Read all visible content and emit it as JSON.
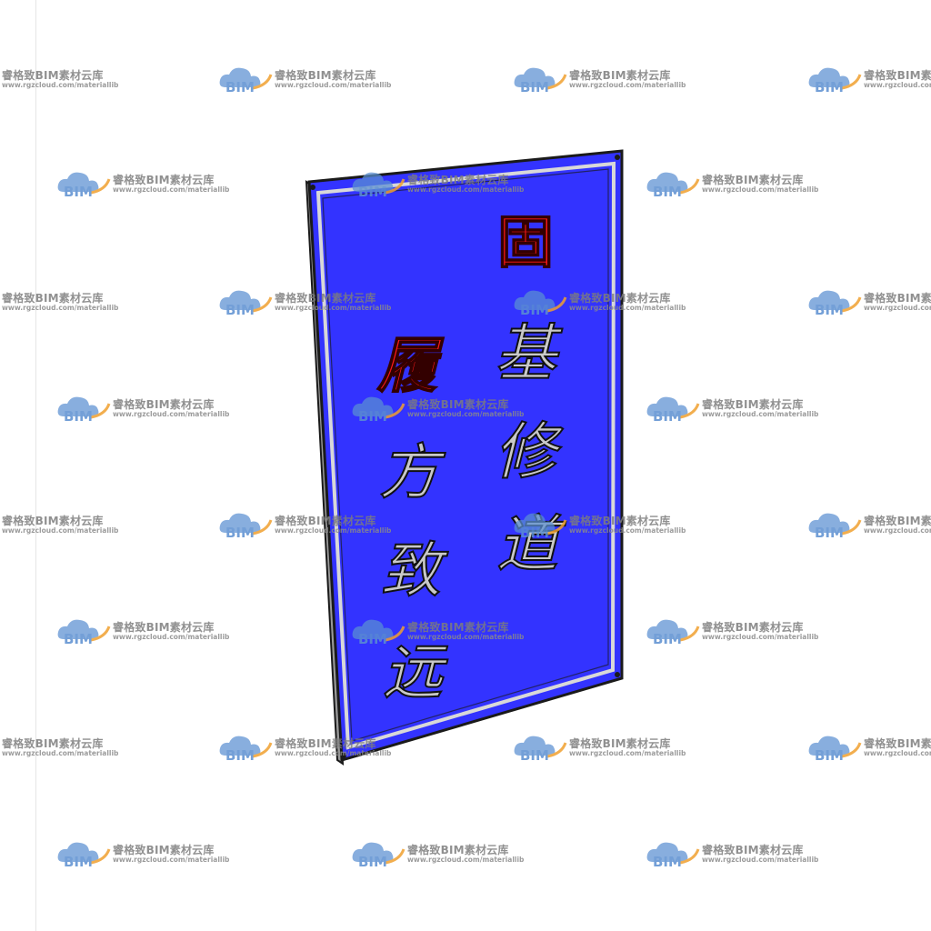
{
  "sign": {
    "panel_color": "#3333ff",
    "frame_color": "#d8d8d8",
    "edge_color": "#1a1a1a",
    "accent_char_color": "#ff1a1a",
    "carved_char_color": "#c9c9c9",
    "columns": [
      [
        "固",
        "基",
        "修",
        "道"
      ],
      [
        "履",
        "方",
        "致",
        "远"
      ]
    ]
  },
  "watermark": {
    "logo_text": "BIM",
    "line1": "睿格致BIM素材云库",
    "line2": "www.rgzcloud.com/materiallib",
    "logo_color": "#5b8fd1",
    "arc_color": "#f0a030"
  }
}
